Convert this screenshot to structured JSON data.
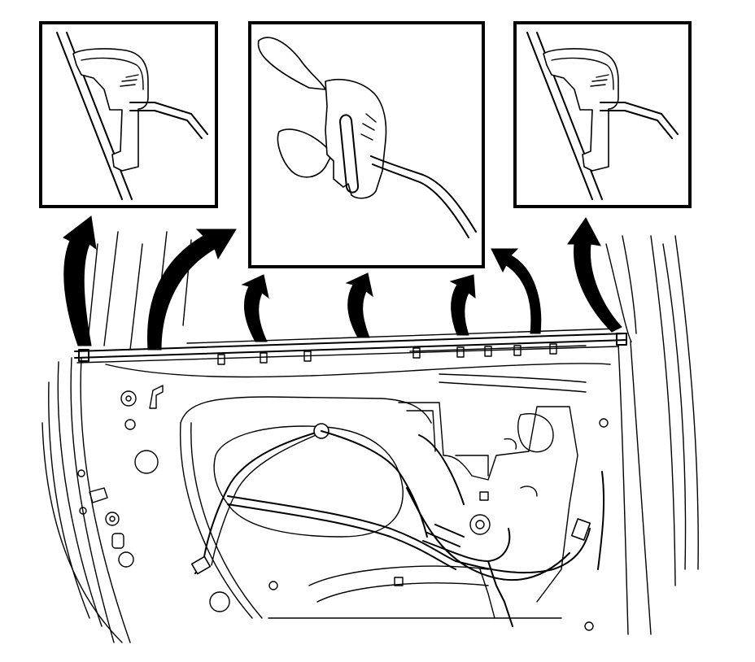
{
  "figure": {
    "description_visible_text": "",
    "detail_views": [
      {
        "id": "left",
        "icon": "retainer-clip-side-view"
      },
      {
        "id": "center",
        "icon": "retainer-clip-enlarged-view"
      },
      {
        "id": "right",
        "icon": "retainer-clip-side-view"
      }
    ],
    "arrow_count": 7,
    "colors": {
      "line": "#000000",
      "background": "#ffffff"
    }
  }
}
